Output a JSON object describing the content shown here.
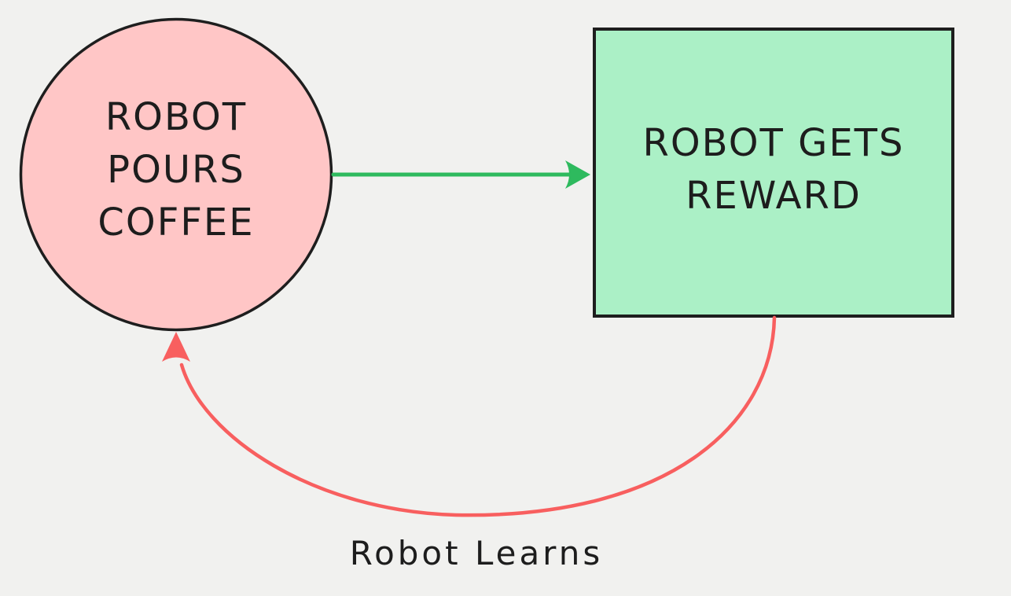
{
  "diagram": {
    "background_color": "#f1f1ef",
    "text_color": "#1d1d1d",
    "nodes": {
      "action": {
        "shape": "circle",
        "label": "ROBOT POURS COFFEE",
        "fill": "#ffc6c6",
        "stroke": "#1e1e1e"
      },
      "reward": {
        "shape": "rectangle",
        "label": "ROBOT GETS REWARD",
        "fill": "#abf0c6",
        "stroke": "#1e1e1e"
      }
    },
    "edges": {
      "forward": {
        "from": "action",
        "to": "reward",
        "color": "#2eba5e"
      },
      "feedback": {
        "from": "reward",
        "to": "action",
        "color": "#f85f5f",
        "label": "Robot Learns"
      }
    }
  }
}
